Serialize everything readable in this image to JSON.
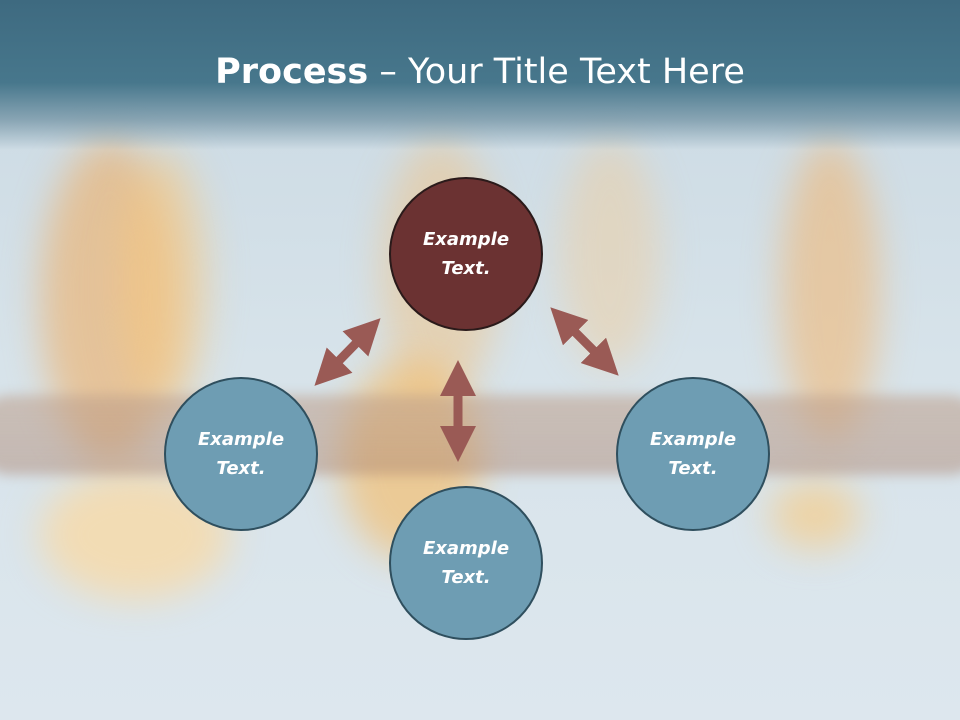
{
  "slide": {
    "title_bold": "Process",
    "title_rest": " – Your Title Text Here"
  },
  "diagram": {
    "nodes": [
      {
        "id": "top",
        "line1": "Example",
        "line2": "Text.",
        "color": "#6b3232"
      },
      {
        "id": "left",
        "line1": "Example",
        "line2": "Text.",
        "color": "#6e9db3"
      },
      {
        "id": "bottom",
        "line1": "Example",
        "line2": "Text.",
        "color": "#6e9db3"
      },
      {
        "id": "right",
        "line1": "Example",
        "line2": "Text.",
        "color": "#6e9db3"
      }
    ],
    "arrow_color": "#9a5a55"
  }
}
